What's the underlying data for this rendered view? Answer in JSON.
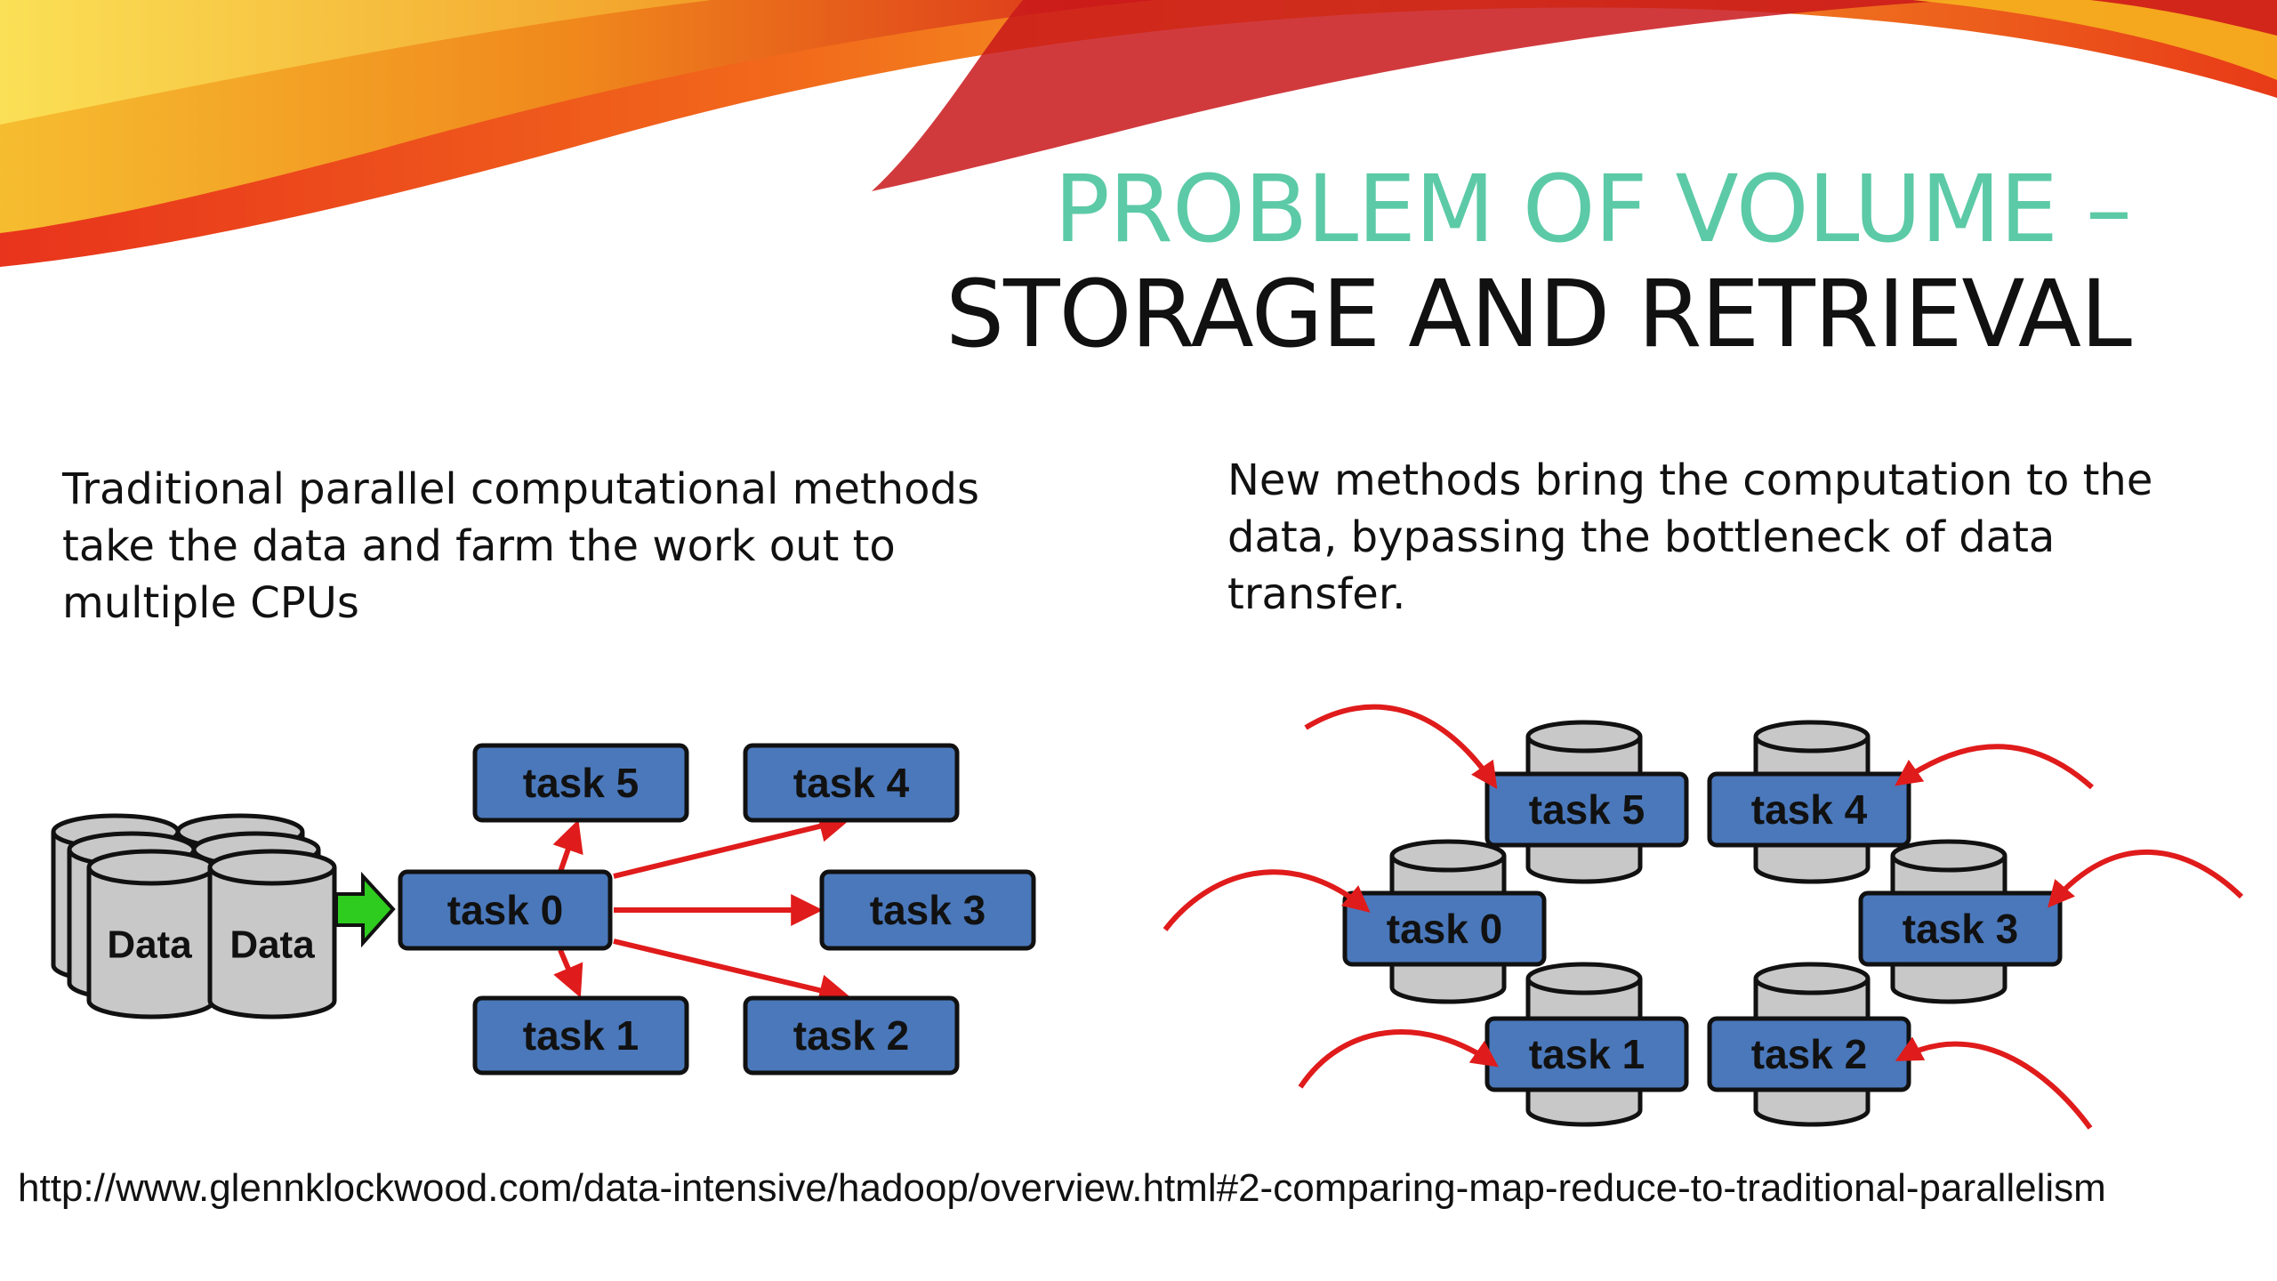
{
  "title": {
    "line1": "PROBLEM OF VOLUME –",
    "line2": "STORAGE AND RETRIEVAL"
  },
  "left_caption": "Traditional parallel computational methods take the data and farm the work out to multiple CPUs",
  "right_caption": "New methods bring the computation to the data, bypassing the bottleneck of data transfer.",
  "left_diagram": {
    "data_labels": [
      "Data",
      "Data"
    ],
    "tasks": [
      "task 0",
      "task 1",
      "task 2",
      "task 3",
      "task 4",
      "task 5"
    ]
  },
  "right_diagram": {
    "tasks": [
      "task 0",
      "task 1",
      "task 2",
      "task 3",
      "task 4",
      "task 5"
    ]
  },
  "footer_url": "http://www.glennklockwood.com/data-intensive/hadoop/overview.html#2-comparing-map-reduce-to-traditional-parallelism",
  "colors": {
    "title_accent": "#5ccaa6",
    "task_box": "#4a78bb",
    "arrow_red": "#e01b1b",
    "arrow_green": "#2ecc1e",
    "cylinder": "#c8c8c8"
  }
}
